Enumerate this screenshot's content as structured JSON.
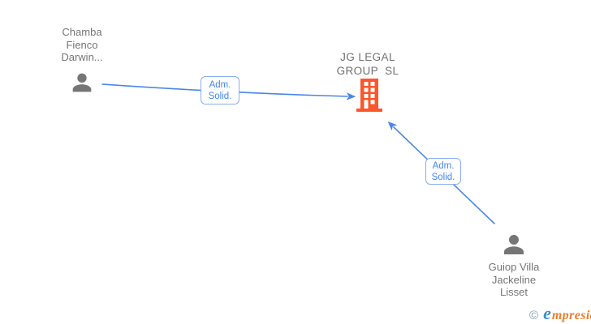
{
  "diagram": {
    "nodes": {
      "person1": {
        "type": "person",
        "name_lines": [
          "Chamba",
          "Fienco",
          "Darwin..."
        ]
      },
      "company": {
        "type": "company",
        "name_lines": [
          "JG LEGAL",
          "GROUP  SL"
        ]
      },
      "person2": {
        "type": "person",
        "name_lines": [
          "Guiop Villa",
          "Jackeline",
          "Lisset"
        ]
      }
    },
    "edges": [
      {
        "from": "person1",
        "to": "company",
        "label_lines": [
          "Adm.",
          "Solid."
        ]
      },
      {
        "from": "person2",
        "to": "company",
        "label_lines": [
          "Adm.",
          "Solid."
        ]
      }
    ]
  },
  "colors": {
    "edge_blue": "#4a86e8",
    "edge_label_text": "#4285f4",
    "edge_label_border": "#88aef3",
    "node_text_gray": "#757575",
    "person_icon_gray": "#757575",
    "building_orange": "#fa572b",
    "logo_copyright": "#7b99a8",
    "logo_e_blue": "#3f90c5",
    "logo_rest_orange": "#ee7d2a"
  },
  "footer": {
    "copyright_symbol": "©",
    "brand_first_letter": "e",
    "brand_rest": "mpresia"
  }
}
